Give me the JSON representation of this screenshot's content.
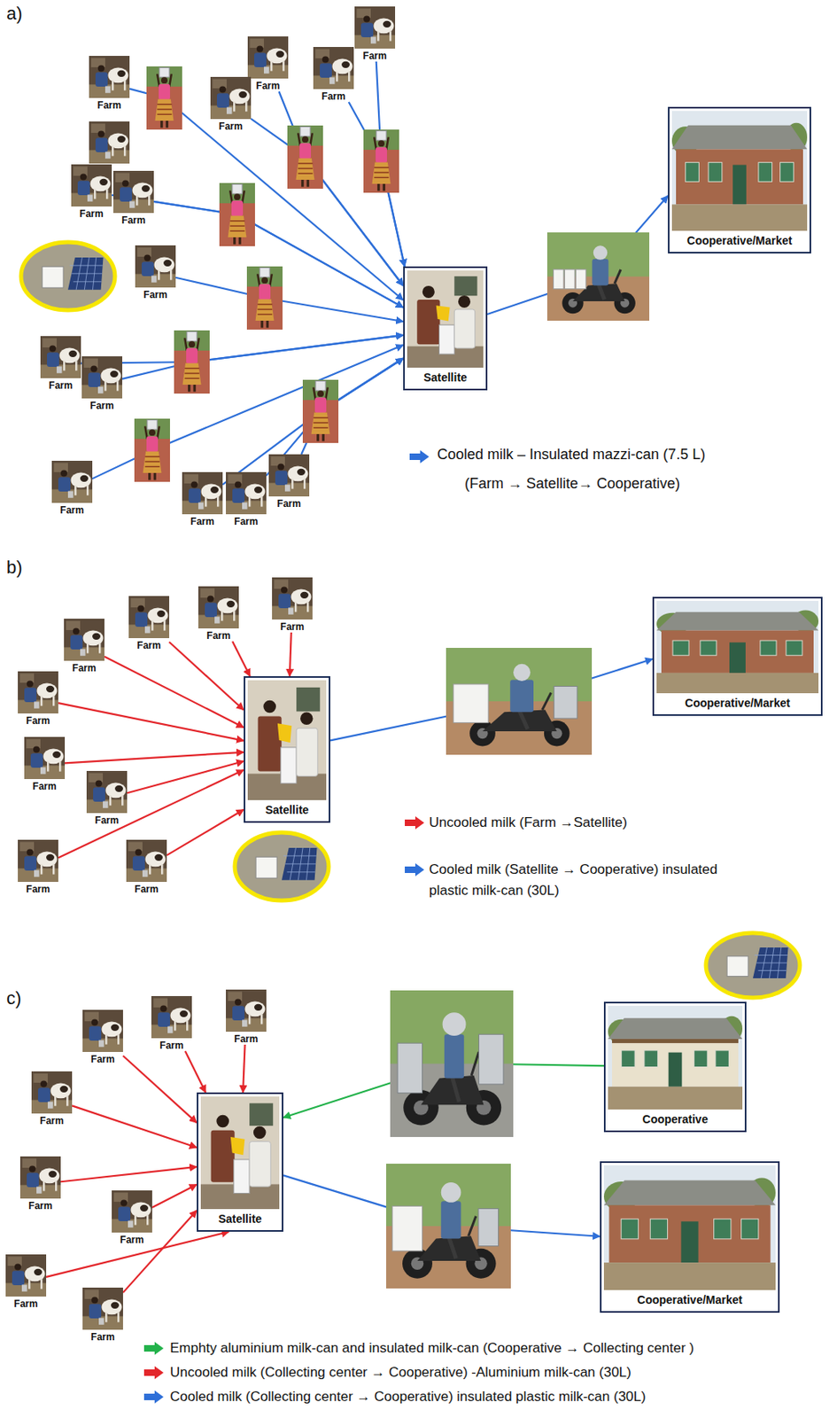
{
  "diagram": {
    "nodes": [
      {
        "text": [
          "Farm"
        ]
      },
      {
        "text": [
          "Farm"
        ]
      },
      {
        "text": [
          "Farm"
        ]
      },
      {
        "text": [
          "Farm"
        ]
      },
      {
        "text": [
          "Farm"
        ]
      },
      {
        "text": [
          "Farm"
        ]
      },
      {
        "text": [
          "Farm"
        ]
      },
      {
        "text": [
          "Farm"
        ]
      },
      {
        "text": [
          "Farm"
        ]
      },
      {
        "text": [
          "Farm"
        ]
      },
      {
        "text": [
          "Farm"
        ]
      },
      {
        "text": [
          "Farm"
        ]
      },
      {
        "text": [
          "Farm"
        ]
      },
      {
        "text": [
          "Farm"
        ]
      },
      {
        "text": [
          "Satellite"
        ]
      },
      {
        "text": [
          "Cooperative/Market"
        ]
      },
      {
        "text": [
          "Farm"
        ]
      },
      {
        "text": [
          "Farm"
        ]
      },
      {
        "text": [
          "Farm"
        ]
      },
      {
        "text": [
          "Farm"
        ]
      },
      {
        "text": [
          "Farm"
        ]
      },
      {
        "text": [
          "Farm"
        ]
      },
      {
        "text": [
          "Farm"
        ]
      },
      {
        "text": [
          "Farm"
        ]
      },
      {
        "text": [
          "Farm"
        ]
      },
      {
        "text": [
          "Satellite"
        ]
      },
      {
        "text": [
          "Cooperative/Market"
        ]
      },
      {
        "text": [
          "Farm"
        ]
      },
      {
        "text": [
          "Farm"
        ]
      },
      {
        "text": [
          "Farm"
        ]
      },
      {
        "text": [
          "Farm"
        ]
      },
      {
        "text": [
          "Farm"
        ]
      },
      {
        "text": [
          "Farm"
        ]
      },
      {
        "text": [
          "Farm"
        ]
      },
      {
        "text": [
          "Farm"
        ]
      },
      {
        "text": [
          "Satellite"
        ]
      },
      {
        "text": [
          "Cooperative"
        ]
      },
      {
        "text": [
          "Cooperative/Market"
        ]
      }
    ],
    "edges": [
      {
        "from": 0,
        "to": 14,
        "arrow": "to"
      },
      {
        "from": 1,
        "to": 14,
        "arrow": "to"
      },
      {
        "from": 2,
        "to": 14,
        "arrow": "to"
      },
      {
        "from": 3,
        "to": 14,
        "arrow": "to"
      },
      {
        "from": 4,
        "to": 14,
        "arrow": "to"
      },
      {
        "from": 5,
        "to": 14,
        "arrow": "to"
      },
      {
        "from": 6,
        "to": 14,
        "arrow": "to"
      },
      {
        "from": 7,
        "to": 14,
        "arrow": "to"
      },
      {
        "from": 8,
        "to": 14,
        "arrow": "to"
      },
      {
        "from": 9,
        "to": 14,
        "arrow": "to"
      },
      {
        "from": 10,
        "to": 14,
        "arrow": "to"
      },
      {
        "from": 11,
        "to": 14,
        "arrow": "to"
      },
      {
        "from": 12,
        "to": 14,
        "arrow": "to"
      },
      {
        "from": 13,
        "to": 14,
        "arrow": "to"
      },
      {
        "from": 14,
        "to": 15,
        "arrow": "to"
      },
      {
        "from": 16,
        "to": 25,
        "arrow": "to"
      },
      {
        "from": 17,
        "to": 25,
        "arrow": "to"
      },
      {
        "from": 18,
        "to": 25,
        "arrow": "to"
      },
      {
        "from": 19,
        "to": 25,
        "arrow": "to"
      },
      {
        "from": 20,
        "to": 25,
        "arrow": "to"
      },
      {
        "from": 21,
        "to": 25,
        "arrow": "to"
      },
      {
        "from": 22,
        "to": 25,
        "arrow": "to"
      },
      {
        "from": 23,
        "to": 25,
        "arrow": "to"
      },
      {
        "from": 24,
        "to": 25,
        "arrow": "to"
      },
      {
        "from": 25,
        "to": 26,
        "arrow": "to"
      },
      {
        "from": 27,
        "to": 35,
        "arrow": "to"
      },
      {
        "from": 28,
        "to": 35,
        "arrow": "to"
      },
      {
        "from": 29,
        "to": 35,
        "arrow": "to"
      },
      {
        "from": 30,
        "to": 35,
        "arrow": "to"
      },
      {
        "from": 31,
        "to": 35,
        "arrow": "to"
      },
      {
        "from": 32,
        "to": 35,
        "arrow": "to"
      },
      {
        "from": 33,
        "to": 35,
        "arrow": "to"
      },
      {
        "from": 34,
        "to": 35,
        "arrow": "to"
      },
      {
        "from": 36,
        "to": 35,
        "arrow": "to"
      },
      {
        "from": 35,
        "to": 37,
        "arrow": "to"
      }
    ],
    "labels": [
      "a)",
      "b)",
      "c)"
    ],
    "legend": [
      {
        "text": "Cooled milk – Insulated mazzi-can (7.5 L) (Farm → Satellite→ Cooperative)",
        "color": "#2e6fd8"
      },
      {
        "text": "Uncooled milk (Farm →Satellite)",
        "color": "#e3262b"
      },
      {
        "text": "Cooled milk (Satellite → Cooperative) insulated plastic milk-can (30L)",
        "color": "#2e6fd8"
      },
      {
        "text": "Emphty aluminium milk-can and insulated milk-can (Cooperative → Collecting center )",
        "color": "#23b24b"
      },
      {
        "text": "Uncooled milk (Collecting center → Cooperative) -Aluminium milk-can (30L)",
        "color": "#e3262b"
      },
      {
        "text": "Cooled milk (Collecting center → Cooperative) insulated plastic milk-can (30L)",
        "color": "#2e6fd8"
      }
    ]
  }
}
